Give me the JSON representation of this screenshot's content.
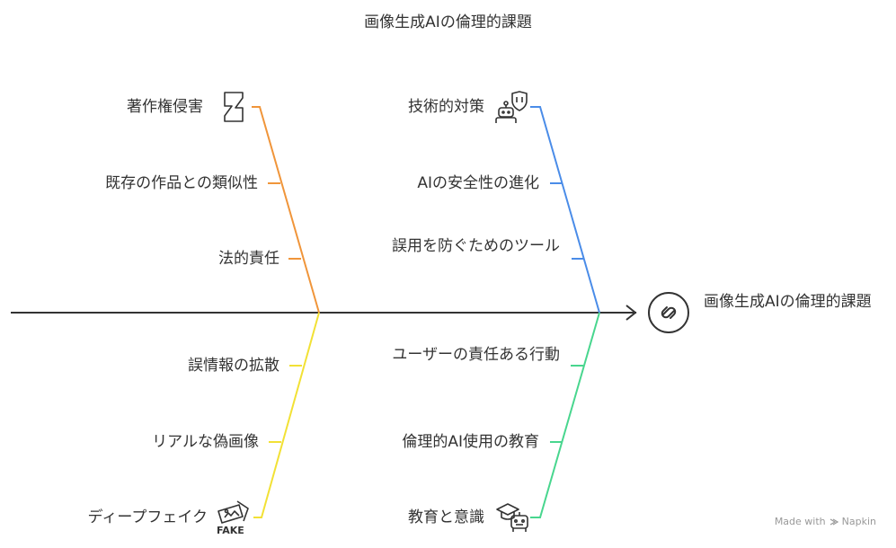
{
  "title": "画像生成AIの倫理的課題",
  "effect": "画像生成AIの倫理的課題",
  "branches": {
    "top_left": {
      "color": "#F0953A",
      "items": [
        "著作権侵害",
        "既存の作品との類似性",
        "法的責任"
      ],
      "icon": "deviantart-like-icon"
    },
    "bottom_left": {
      "color": "#F2E135",
      "items": [
        "誤情報の拡散",
        "リアルな偽画像",
        "ディープフェイク"
      ],
      "icon": "fake-image-icon",
      "icon_text": "FAKE"
    },
    "top_right": {
      "color": "#4A8CE8",
      "items": [
        "技術的対策",
        "AIの安全性の進化",
        "誤用を防ぐためのツール"
      ],
      "icon": "robot-shield-icon"
    },
    "bottom_right": {
      "color": "#48D68E",
      "items": [
        "ユーザーの責任ある行動",
        "倫理的AI使用の教育",
        "教育と意識"
      ],
      "icon": "graduate-robot-icon"
    }
  },
  "effect_icon": "link-icon",
  "brand": {
    "text": "Made with",
    "name": "Napkin",
    "icon": "napkin-logo-icon"
  }
}
